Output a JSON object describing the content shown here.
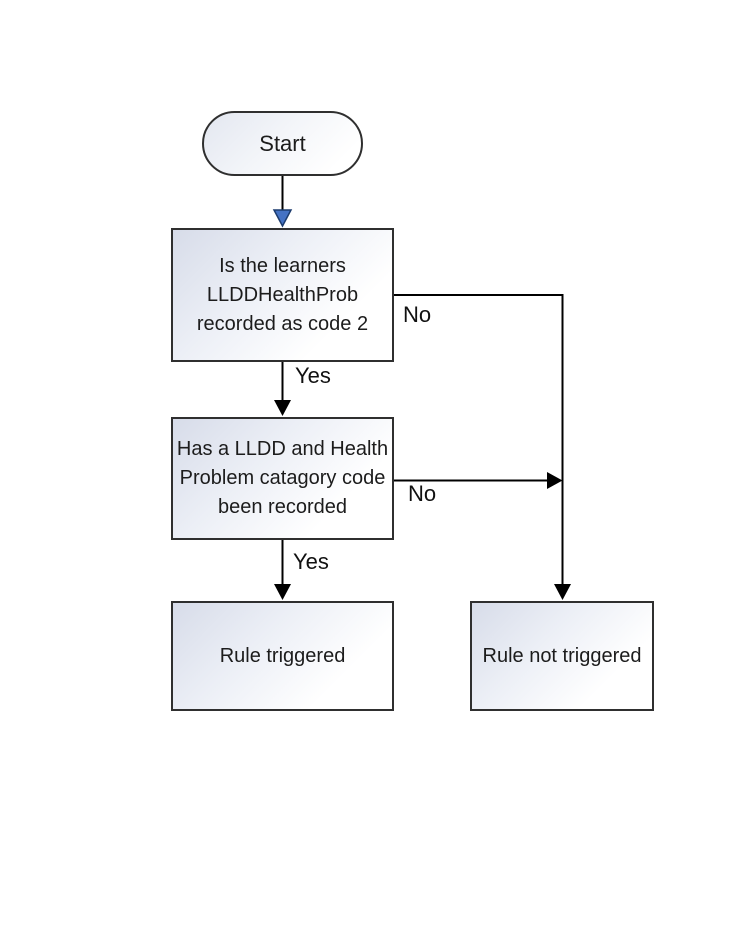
{
  "diagram": {
    "type": "flowchart",
    "nodes": {
      "start": {
        "label": "Start"
      },
      "decision1": {
        "lines": [
          "Is the learners",
          "LLDDHealthProb",
          "recorded as code 2"
        ]
      },
      "decision2": {
        "lines": [
          "Has a LLDD and Health",
          "Problem catagory code",
          "been recorded"
        ]
      },
      "outcome_triggered": {
        "label": "Rule triggered"
      },
      "outcome_not_triggered": {
        "label": "Rule not triggered"
      }
    },
    "edge_labels": {
      "no1": "No",
      "yes1": "Yes",
      "no2": "No",
      "yes2": "Yes"
    },
    "colors": {
      "line": "#000000",
      "node_border": "#2f2f2f",
      "node_fill_top_left": "#d7dce9",
      "node_fill_bottom_right": "#ffffff",
      "blue_arrowhead_fill": "#4472c4",
      "blue_arrowhead_outline": "#1c3c6e",
      "text": "#1c1c1c"
    }
  }
}
